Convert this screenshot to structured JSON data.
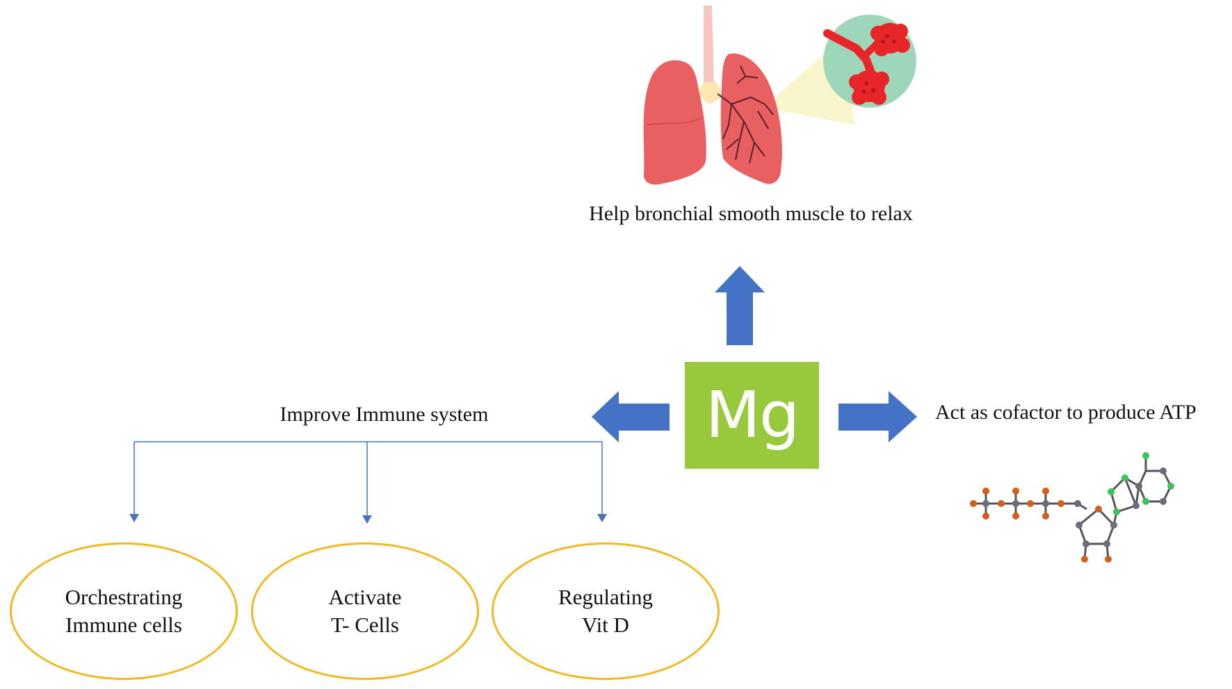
{
  "center": {
    "label": "Mg"
  },
  "top": {
    "caption": "Help bronchial smooth muscle to relax",
    "illustration": "lungs-with-alveoli-icon"
  },
  "left": {
    "caption": "Improve Immune system",
    "items": [
      {
        "line1": "Orchestrating",
        "line2": "Immune cells"
      },
      {
        "line1": "Activate",
        "line2": "T- Cells"
      },
      {
        "line1": "Regulating",
        "line2": "Vit D"
      }
    ]
  },
  "right": {
    "caption": "Act as cofactor to produce ATP",
    "illustration": "atp-molecule-icon"
  },
  "colors": {
    "arrow": "#4472c4",
    "mg_box": "#98c93c",
    "oval_border": "#f0b821",
    "lung": "#e8605f",
    "alveoli_circle": "#9ed6b9",
    "alveoli": "#e8262a"
  }
}
